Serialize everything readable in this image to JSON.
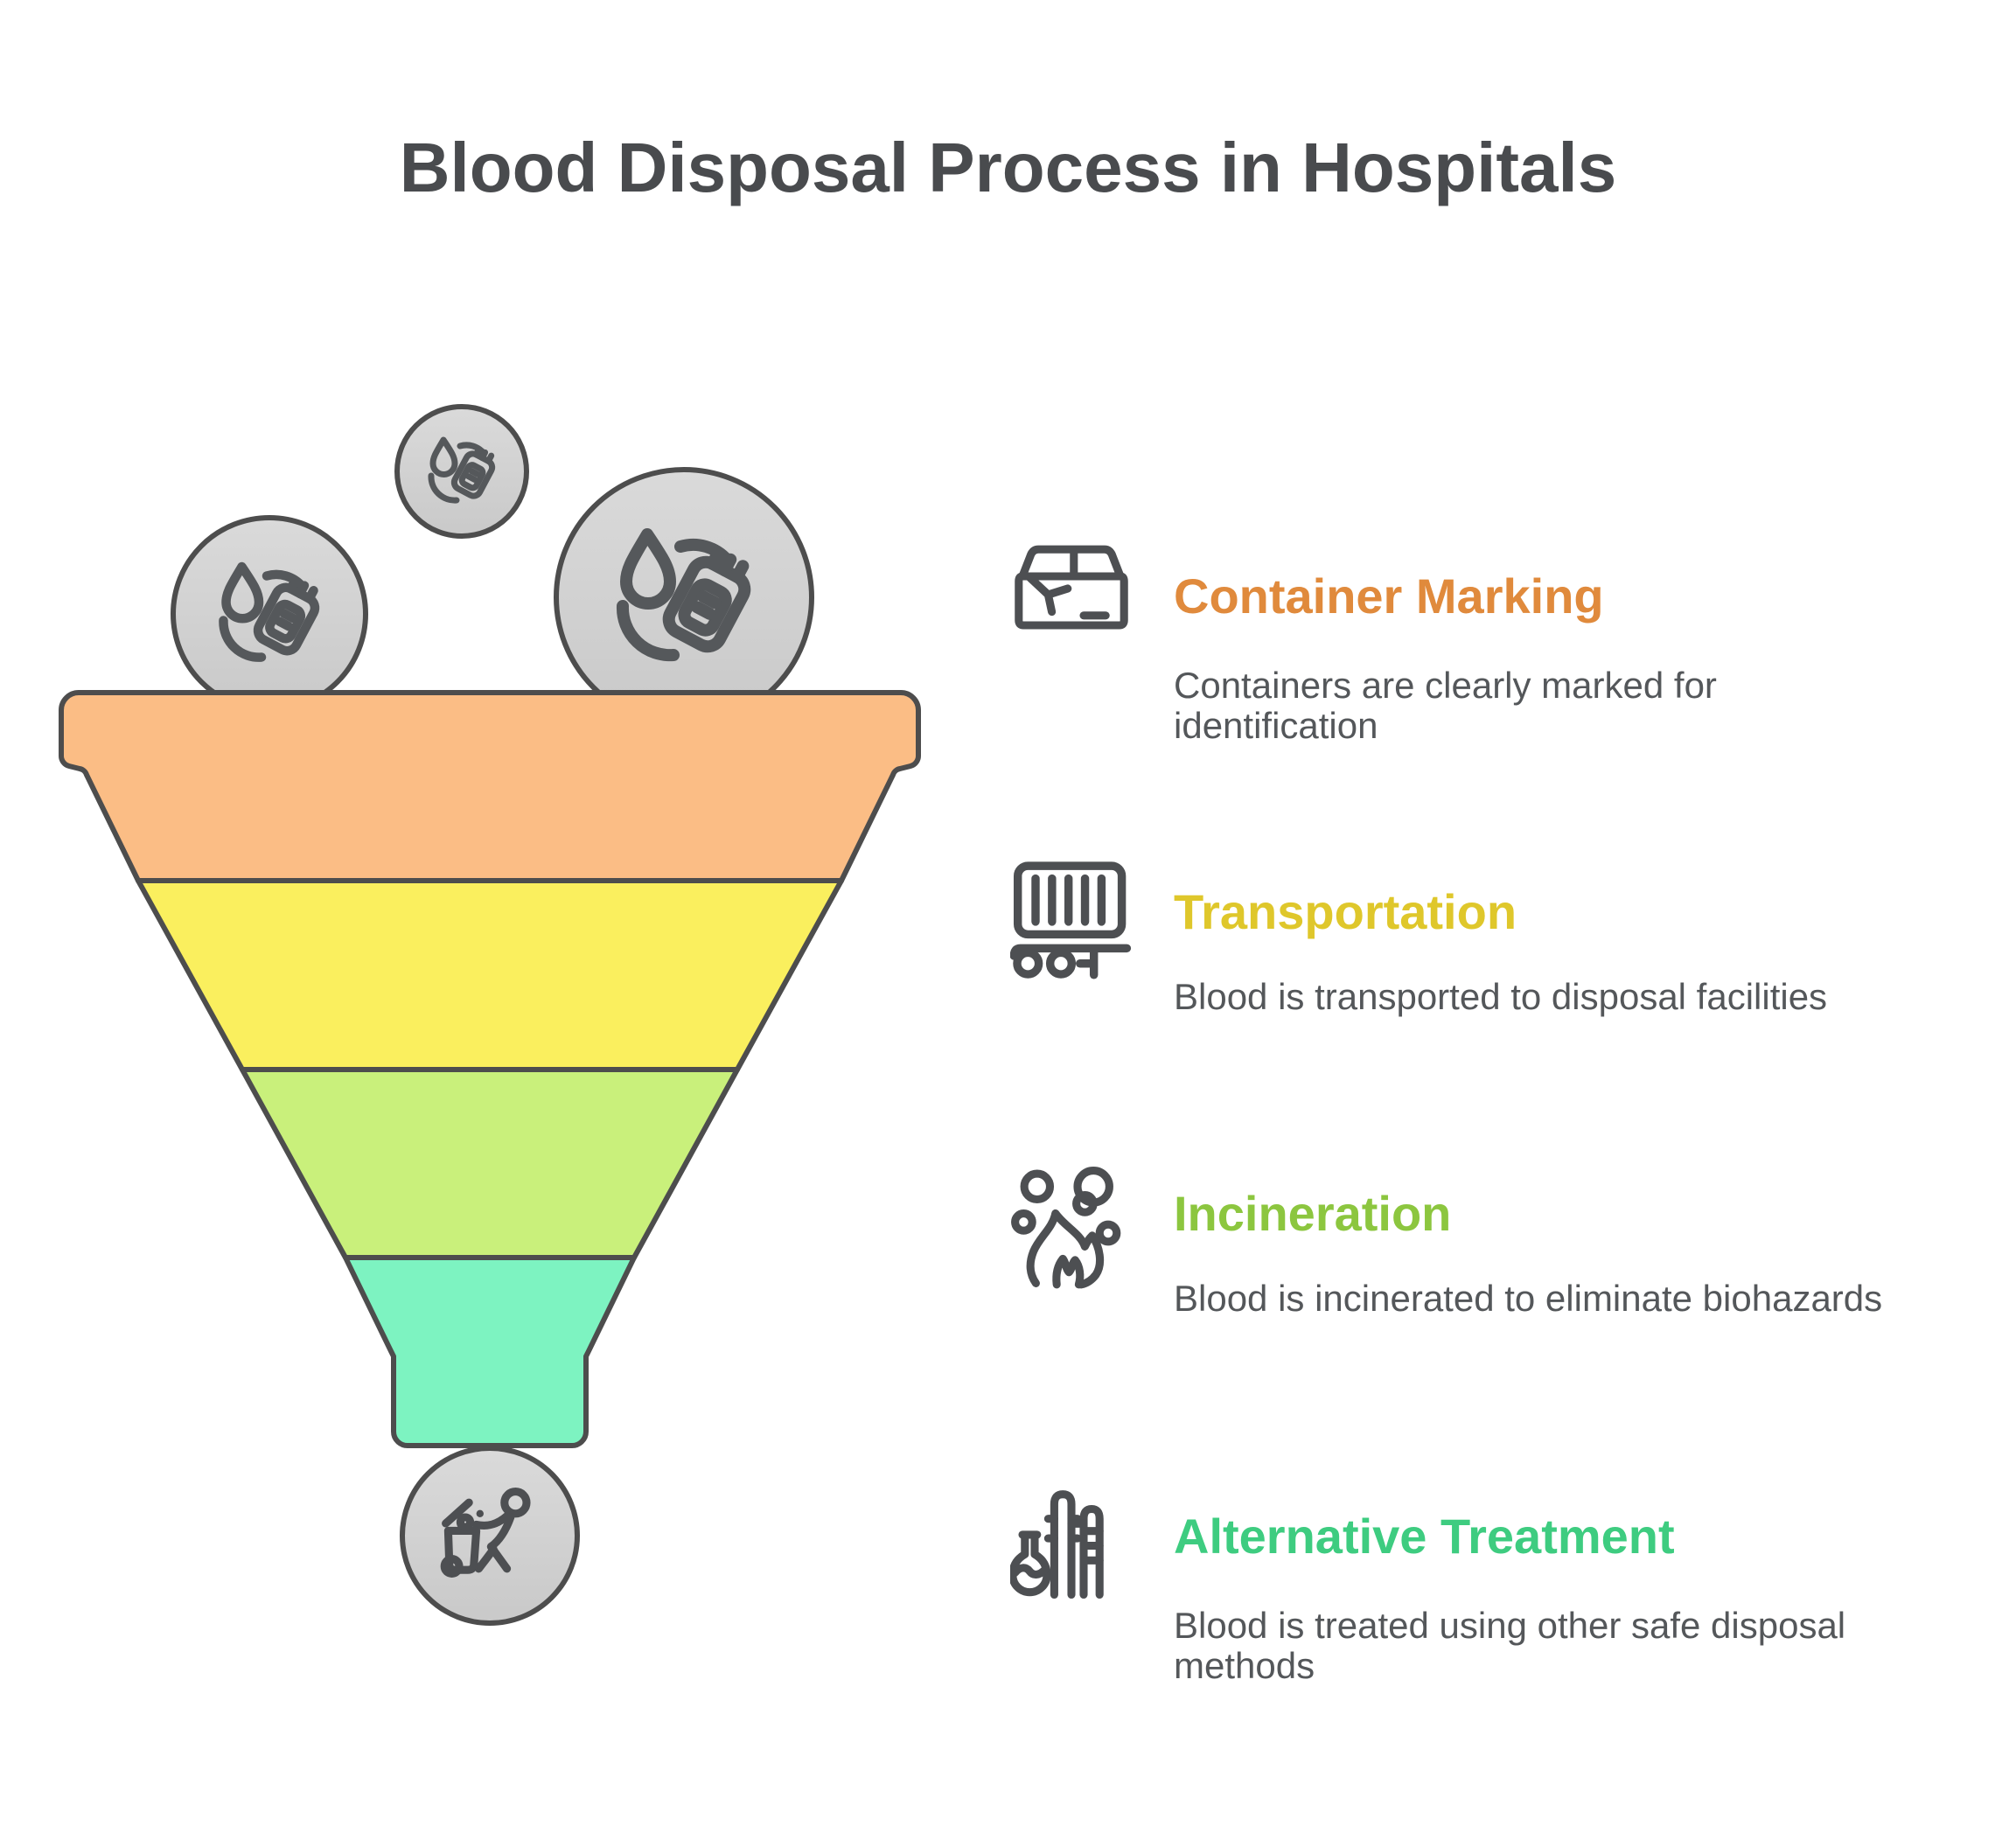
{
  "page": {
    "title": "Blood Disposal Process in Hospitals",
    "title_color": "#494b4e",
    "background": "#ffffff"
  },
  "funnel": {
    "outline_color": "#4d4d4d",
    "input_circle_fill": "#d3d3d3",
    "input_icon": "blood-bag-icon",
    "output_icon": "trash-disposal-icon",
    "segments": [
      {
        "name": "container-marking",
        "color": "#FBBD85"
      },
      {
        "name": "transportation",
        "color": "#FAEF5E"
      },
      {
        "name": "incineration",
        "color": "#C9F07B"
      },
      {
        "name": "alternative-treatment",
        "color": "#7DF3C1"
      }
    ]
  },
  "steps": [
    {
      "title": "Container Marking",
      "title_color": "#E08A3C",
      "description": "Containers are clearly marked for\nidentification",
      "icon": "package-box-icon"
    },
    {
      "title": "Transportation",
      "title_color": "#DFC72B",
      "description": "Blood is transported to disposal facilities",
      "icon": "cargo-container-icon"
    },
    {
      "title": "Incineration",
      "title_color": "#8CC63F",
      "description": "Blood is incinerated to eliminate biohazards",
      "icon": "flame-icon"
    },
    {
      "title": "Alternative Treatment",
      "title_color": "#3ECC80",
      "description": "Blood is treated using other safe disposal\nmethods",
      "icon": "treatment-plant-icon"
    }
  ]
}
